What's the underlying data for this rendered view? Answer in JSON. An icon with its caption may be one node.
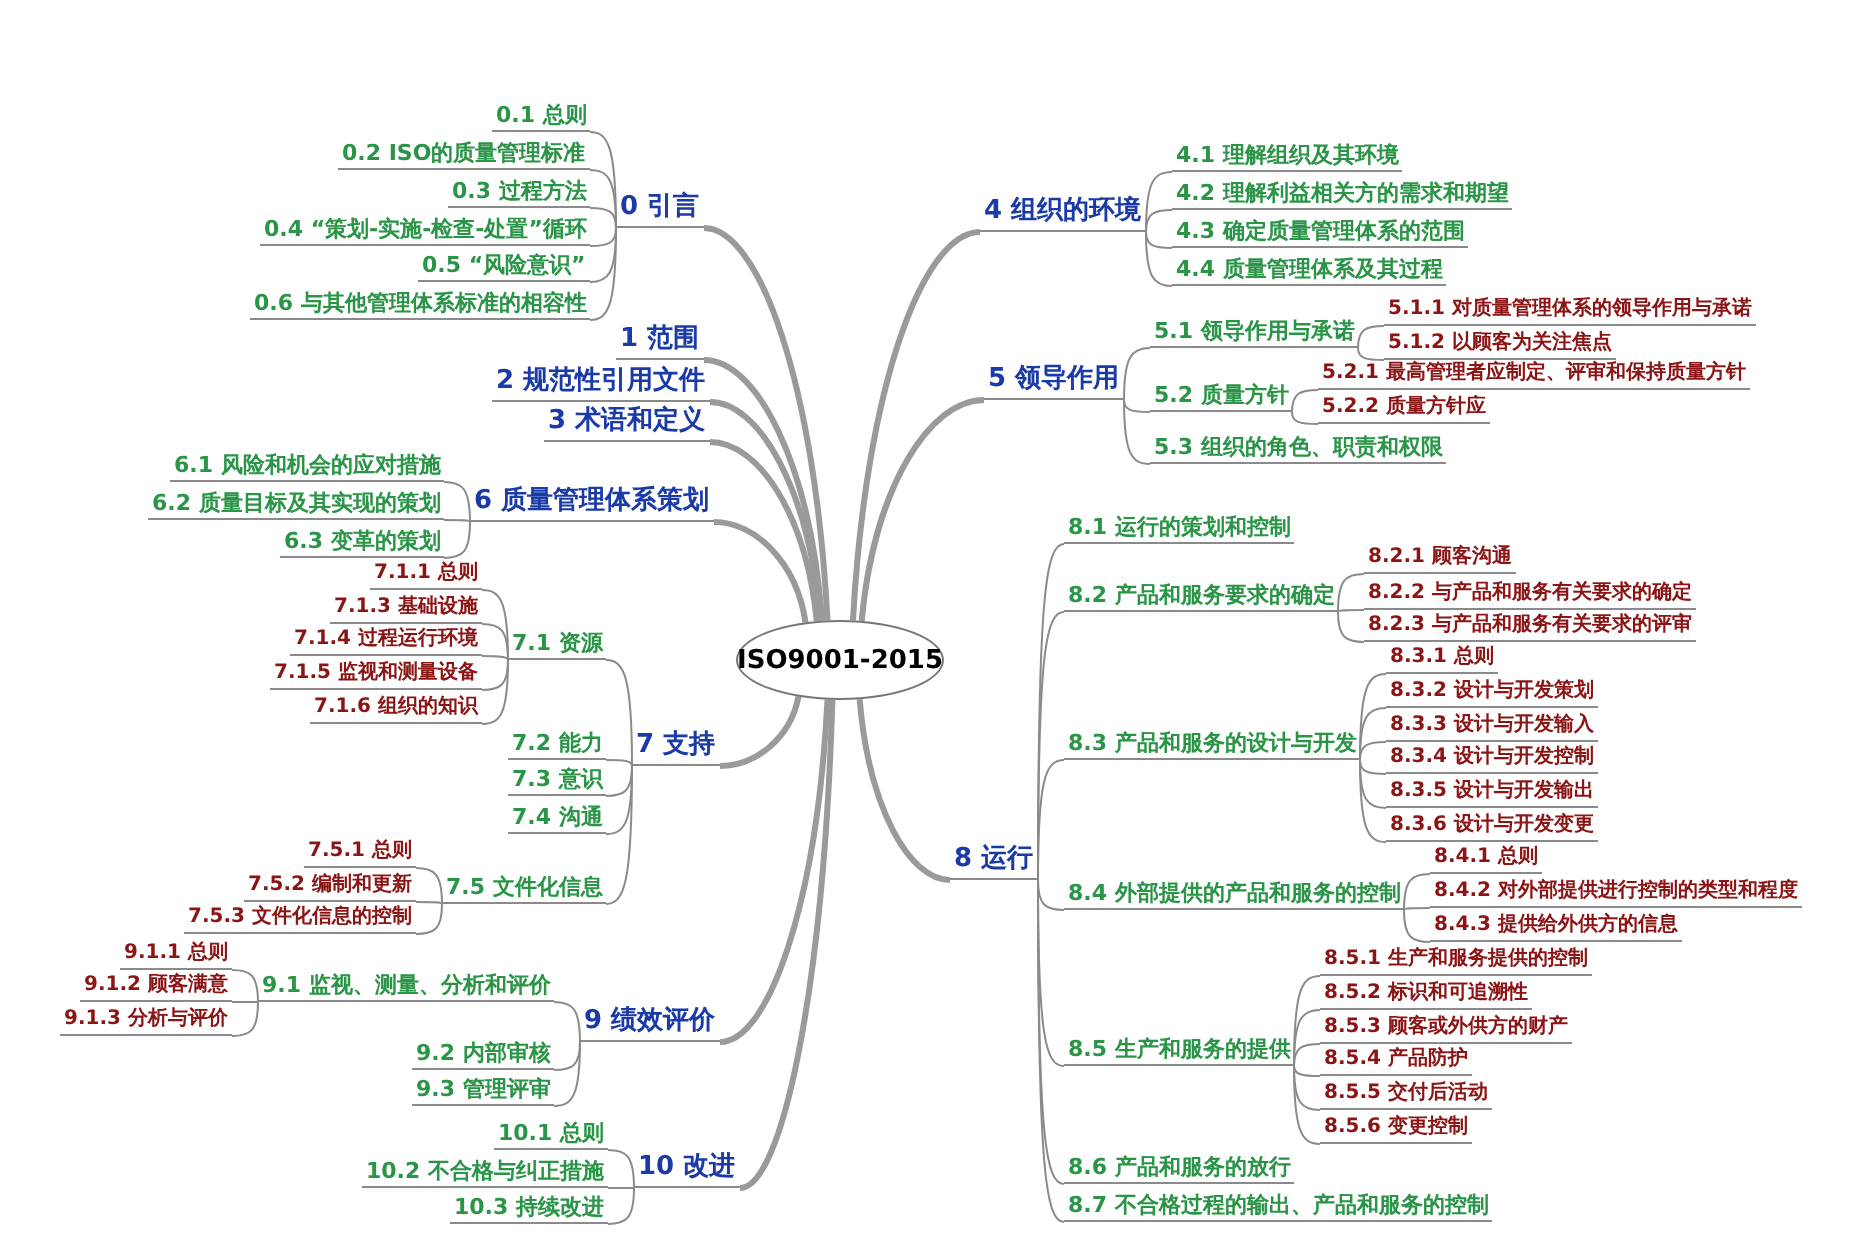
{
  "diagram": {
    "nodes": [
      {
        "text": [
          "ISO9001-2015"
        ]
      },
      {
        "text": [
          "0 引言"
        ]
      },
      {
        "text": [
          "0.1 总则"
        ]
      },
      {
        "text": [
          "0.2 ISO的质量管理标准"
        ]
      },
      {
        "text": [
          "0.3 过程方法"
        ]
      },
      {
        "text": [
          "0.4 “策划-实施-检查-处置”循环"
        ]
      },
      {
        "text": [
          "0.5 “风险意识”"
        ]
      },
      {
        "text": [
          "0.6 与其他管理体系标准的相容性"
        ]
      },
      {
        "text": [
          "1 范围"
        ]
      },
      {
        "text": [
          "2 规范性引用文件"
        ]
      },
      {
        "text": [
          "3 术语和定义"
        ]
      },
      {
        "text": [
          "4 组织的环境"
        ]
      },
      {
        "text": [
          "4.1 理解组织及其环境"
        ]
      },
      {
        "text": [
          "4.2 理解利益相关方的需求和期望"
        ]
      },
      {
        "text": [
          "4.3 确定质量管理体系的范围"
        ]
      },
      {
        "text": [
          "4.4 质量管理体系及其过程"
        ]
      },
      {
        "text": [
          "5 领导作用"
        ]
      },
      {
        "text": [
          "5.1 领导作用与承诺"
        ]
      },
      {
        "text": [
          "5.1.1 对质量管理体系的领导作用与承诺"
        ]
      },
      {
        "text": [
          "5.1.2 以顾客为关注焦点"
        ]
      },
      {
        "text": [
          "5.2 质量方针"
        ]
      },
      {
        "text": [
          "5.2.1 最高管理者应制定、评审和保持质量方针"
        ]
      },
      {
        "text": [
          "5.2.2 质量方针应"
        ]
      },
      {
        "text": [
          "5.3 组织的角色、职责和权限"
        ]
      },
      {
        "text": [
          "6 质量管理体系策划"
        ]
      },
      {
        "text": [
          "6.1 风险和机会的应对措施"
        ]
      },
      {
        "text": [
          "6.2 质量目标及其实现的策划"
        ]
      },
      {
        "text": [
          "6.3 变革的策划"
        ]
      },
      {
        "text": [
          "7 支持"
        ]
      },
      {
        "text": [
          "7.1 资源"
        ]
      },
      {
        "text": [
          "7.1.1 总则"
        ]
      },
      {
        "text": [
          "7.1.3 基础设施"
        ]
      },
      {
        "text": [
          "7.1.4 过程运行环境"
        ]
      },
      {
        "text": [
          "7.1.5 监视和测量设备"
        ]
      },
      {
        "text": [
          "7.1.6 组织的知识"
        ]
      },
      {
        "text": [
          "7.2 能力"
        ]
      },
      {
        "text": [
          "7.3 意识"
        ]
      },
      {
        "text": [
          "7.4 沟通"
        ]
      },
      {
        "text": [
          "7.5 文件化信息"
        ]
      },
      {
        "text": [
          "7.5.1 总则"
        ]
      },
      {
        "text": [
          "7.5.2 编制和更新"
        ]
      },
      {
        "text": [
          "7.5.3 文件化信息的控制"
        ]
      },
      {
        "text": [
          "8 运行"
        ]
      },
      {
        "text": [
          "8.1 运行的策划和控制"
        ]
      },
      {
        "text": [
          "8.2 产品和服务要求的确定"
        ]
      },
      {
        "text": [
          "8.2.1 顾客沟通"
        ]
      },
      {
        "text": [
          "8.2.2 与产品和服务有关要求的确定"
        ]
      },
      {
        "text": [
          "8.2.3 与产品和服务有关要求的评审"
        ]
      },
      {
        "text": [
          "8.3 产品和服务的设计与开发"
        ]
      },
      {
        "text": [
          "8.3.1 总则"
        ]
      },
      {
        "text": [
          "8.3.2 设计与开发策划"
        ]
      },
      {
        "text": [
          "8.3.3 设计与开发输入"
        ]
      },
      {
        "text": [
          "8.3.4 设计与开发控制"
        ]
      },
      {
        "text": [
          "8.3.5 设计与开发输出"
        ]
      },
      {
        "text": [
          "8.3.6 设计与开发变更"
        ]
      },
      {
        "text": [
          "8.4 外部提供的产品和服务的控制"
        ]
      },
      {
        "text": [
          "8.4.1 总则"
        ]
      },
      {
        "text": [
          "8.4.2 对外部提供进行控制的类型和程度"
        ]
      },
      {
        "text": [
          "8.4.3 提供给外供方的信息"
        ]
      },
      {
        "text": [
          "8.5 生产和服务的提供"
        ]
      },
      {
        "text": [
          "8.5.1 生产和服务提供的控制"
        ]
      },
      {
        "text": [
          "8.5.2 标识和可追溯性"
        ]
      },
      {
        "text": [
          "8.5.3 顾客或外供方的财产"
        ]
      },
      {
        "text": [
          "8.5.4 产品防护"
        ]
      },
      {
        "text": [
          "8.5.5 交付后活动"
        ]
      },
      {
        "text": [
          "8.5.6 变更控制"
        ]
      },
      {
        "text": [
          "8.6 产品和服务的放行"
        ]
      },
      {
        "text": [
          "8.7 不合格过程的输出、产品和服务的控制"
        ]
      },
      {
        "text": [
          "9 绩效评价"
        ]
      },
      {
        "text": [
          "9.1 监视、测量、分析和评价"
        ]
      },
      {
        "text": [
          "9.1.1 总则"
        ]
      },
      {
        "text": [
          "9.1.2 顾客满意"
        ]
      },
      {
        "text": [
          "9.1.3 分析与评价"
        ]
      },
      {
        "text": [
          "9.2 内部审核"
        ]
      },
      {
        "text": [
          "9.3 管理评审"
        ]
      },
      {
        "text": [
          "10 改进"
        ]
      },
      {
        "text": [
          "10.1 总则"
        ]
      },
      {
        "text": [
          "10.2 不合格与纠正措施"
        ]
      },
      {
        "text": [
          "10.3 持续改进"
        ]
      }
    ],
    "edges": [
      {
        "from": 0,
        "to": 1,
        "arrow": "none",
        "style": "thick"
      },
      {
        "from": 1,
        "to": 2,
        "arrow": "none"
      },
      {
        "from": 1,
        "to": 3,
        "arrow": "none"
      },
      {
        "from": 1,
        "to": 4,
        "arrow": "none"
      },
      {
        "from": 1,
        "to": 5,
        "arrow": "none"
      },
      {
        "from": 1,
        "to": 6,
        "arrow": "none"
      },
      {
        "from": 1,
        "to": 7,
        "arrow": "none"
      },
      {
        "from": 0,
        "to": 8,
        "arrow": "none",
        "style": "thick"
      },
      {
        "from": 0,
        "to": 9,
        "arrow": "none",
        "style": "thick"
      },
      {
        "from": 0,
        "to": 10,
        "arrow": "none",
        "style": "thick"
      },
      {
        "from": 0,
        "to": 11,
        "arrow": "none",
        "style": "thick"
      },
      {
        "from": 11,
        "to": 12,
        "arrow": "none"
      },
      {
        "from": 11,
        "to": 13,
        "arrow": "none"
      },
      {
        "from": 11,
        "to": 14,
        "arrow": "none"
      },
      {
        "from": 11,
        "to": 15,
        "arrow": "none"
      },
      {
        "from": 0,
        "to": 16,
        "arrow": "none",
        "style": "thick"
      },
      {
        "from": 16,
        "to": 17,
        "arrow": "none"
      },
      {
        "from": 17,
        "to": 18,
        "arrow": "none"
      },
      {
        "from": 17,
        "to": 19,
        "arrow": "none"
      },
      {
        "from": 16,
        "to": 20,
        "arrow": "none"
      },
      {
        "from": 20,
        "to": 21,
        "arrow": "none"
      },
      {
        "from": 20,
        "to": 22,
        "arrow": "none"
      },
      {
        "from": 16,
        "to": 23,
        "arrow": "none"
      },
      {
        "from": 0,
        "to": 24,
        "arrow": "none",
        "style": "thick"
      },
      {
        "from": 24,
        "to": 25,
        "arrow": "none"
      },
      {
        "from": 24,
        "to": 26,
        "arrow": "none"
      },
      {
        "from": 24,
        "to": 27,
        "arrow": "none"
      },
      {
        "from": 0,
        "to": 28,
        "arrow": "none",
        "style": "thick"
      },
      {
        "from": 28,
        "to": 29,
        "arrow": "none"
      },
      {
        "from": 29,
        "to": 30,
        "arrow": "none"
      },
      {
        "from": 29,
        "to": 31,
        "arrow": "none"
      },
      {
        "from": 29,
        "to": 32,
        "arrow": "none"
      },
      {
        "from": 29,
        "to": 33,
        "arrow": "none"
      },
      {
        "from": 29,
        "to": 34,
        "arrow": "none"
      },
      {
        "from": 28,
        "to": 35,
        "arrow": "none"
      },
      {
        "from": 28,
        "to": 36,
        "arrow": "none"
      },
      {
        "from": 28,
        "to": 37,
        "arrow": "none"
      },
      {
        "from": 28,
        "to": 38,
        "arrow": "none"
      },
      {
        "from": 38,
        "to": 39,
        "arrow": "none"
      },
      {
        "from": 38,
        "to": 40,
        "arrow": "none"
      },
      {
        "from": 38,
        "to": 41,
        "arrow": "none"
      },
      {
        "from": 0,
        "to": 42,
        "arrow": "none",
        "style": "thick"
      },
      {
        "from": 42,
        "to": 43,
        "arrow": "none"
      },
      {
        "from": 42,
        "to": 44,
        "arrow": "none"
      },
      {
        "from": 44,
        "to": 45,
        "arrow": "none"
      },
      {
        "from": 44,
        "to": 46,
        "arrow": "none"
      },
      {
        "from": 44,
        "to": 47,
        "arrow": "none"
      },
      {
        "from": 42,
        "to": 48,
        "arrow": "none"
      },
      {
        "from": 48,
        "to": 49,
        "arrow": "none"
      },
      {
        "from": 48,
        "to": 50,
        "arrow": "none"
      },
      {
        "from": 48,
        "to": 51,
        "arrow": "none"
      },
      {
        "from": 48,
        "to": 52,
        "arrow": "none"
      },
      {
        "from": 48,
        "to": 53,
        "arrow": "none"
      },
      {
        "from": 48,
        "to": 54,
        "arrow": "none"
      },
      {
        "from": 42,
        "to": 55,
        "arrow": "none"
      },
      {
        "from": 55,
        "to": 56,
        "arrow": "none"
      },
      {
        "from": 55,
        "to": 57,
        "arrow": "none"
      },
      {
        "from": 55,
        "to": 58,
        "arrow": "none"
      },
      {
        "from": 42,
        "to": 59,
        "arrow": "none"
      },
      {
        "from": 59,
        "to": 60,
        "arrow": "none"
      },
      {
        "from": 59,
        "to": 61,
        "arrow": "none"
      },
      {
        "from": 59,
        "to": 62,
        "arrow": "none"
      },
      {
        "from": 59,
        "to": 63,
        "arrow": "none"
      },
      {
        "from": 59,
        "to": 64,
        "arrow": "none"
      },
      {
        "from": 59,
        "to": 65,
        "arrow": "none"
      },
      {
        "from": 42,
        "to": 66,
        "arrow": "none"
      },
      {
        "from": 42,
        "to": 67,
        "arrow": "none"
      },
      {
        "from": 0,
        "to": 68,
        "arrow": "none",
        "style": "thick"
      },
      {
        "from": 68,
        "to": 69,
        "arrow": "none"
      },
      {
        "from": 69,
        "to": 70,
        "arrow": "none"
      },
      {
        "from": 69,
        "to": 71,
        "arrow": "none"
      },
      {
        "from": 69,
        "to": 72,
        "arrow": "none"
      },
      {
        "from": 68,
        "to": 73,
        "arrow": "none"
      },
      {
        "from": 68,
        "to": 74,
        "arrow": "none"
      },
      {
        "from": 0,
        "to": 75,
        "arrow": "none",
        "style": "thick"
      },
      {
        "from": 75,
        "to": 76,
        "arrow": "none"
      },
      {
        "from": 75,
        "to": 77,
        "arrow": "none"
      },
      {
        "from": 75,
        "to": 78,
        "arrow": "none"
      }
    ]
  }
}
